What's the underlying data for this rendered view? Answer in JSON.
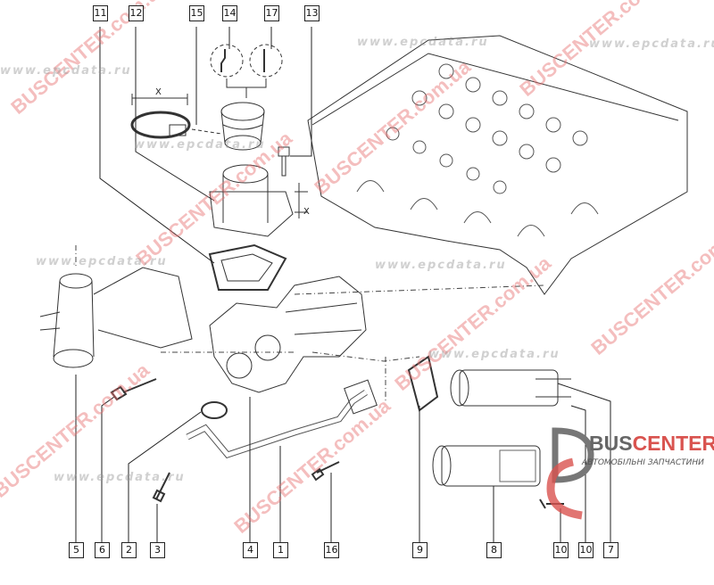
{
  "diagram": {
    "callouts_top": [
      "11",
      "12",
      "15",
      "14",
      "17",
      "13"
    ],
    "callouts_bottom": [
      "5",
      "6",
      "2",
      "3",
      "4",
      "1",
      "16",
      "9",
      "8",
      "10",
      "10",
      "7"
    ],
    "dimension_label": "X",
    "dimension_label_side": "X"
  },
  "watermarks": {
    "bus": "BUSCENTER.com.ua",
    "epc": "www.epcdata.ru"
  },
  "logo": {
    "name_part1": "BUS",
    "name_part2": "CENTER",
    "subtitle": "АВТОМОБІЛЬНІ ЗАПЧАСТИНИ",
    "accent_color": "#d9534f"
  }
}
